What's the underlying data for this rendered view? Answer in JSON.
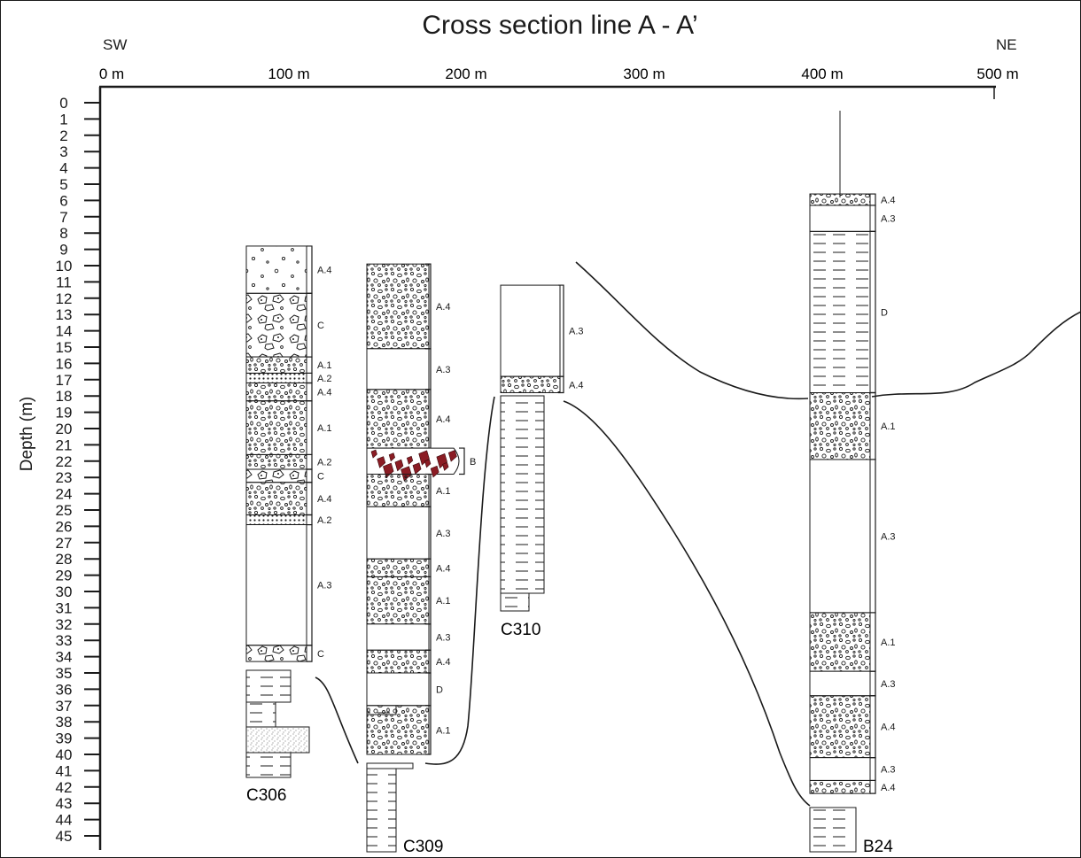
{
  "title": "Cross section line A - A’",
  "direction": {
    "left": "SW",
    "right": "NE"
  },
  "distance_axis": {
    "labels": [
      "0 m",
      "100 m",
      "200 m",
      "300 m",
      "400 m",
      "500 m"
    ]
  },
  "depth_axis": {
    "label": "Depth (m)",
    "min": 0,
    "max": 45
  },
  "colors": {
    "ink": "#1a1a1a",
    "breccia": "#8b1c24",
    "marker": "#d9a400"
  },
  "boreholes": [
    {
      "name": "C306",
      "units": [
        {
          "top": 8.8,
          "base": 11.7,
          "pattern": "sparse",
          "label": "A.4"
        },
        {
          "top": 11.7,
          "base": 15.6,
          "pattern": "clast",
          "label": "C"
        },
        {
          "top": 15.6,
          "base": 16.6,
          "pattern": "dense",
          "label": "A.1"
        },
        {
          "top": 16.6,
          "base": 17.2,
          "pattern": "dots",
          "label": "A.2"
        },
        {
          "top": 17.2,
          "base": 18.3,
          "pattern": "dense",
          "label": "A.4"
        },
        {
          "top": 18.3,
          "base": 21.6,
          "pattern": "dense",
          "label": "A.1"
        },
        {
          "top": 21.6,
          "base": 22.5,
          "pattern": "dense",
          "label": "A.2"
        },
        {
          "top": 22.5,
          "base": 23.3,
          "pattern": "clast",
          "label": "C"
        },
        {
          "top": 23.3,
          "base": 25.3,
          "pattern": "dense",
          "label": "A.4"
        },
        {
          "top": 25.3,
          "base": 25.9,
          "pattern": "dots",
          "label": "A.2"
        },
        {
          "top": 25.9,
          "base": 33.3,
          "pattern": "none",
          "label": "A.3"
        },
        {
          "top": 33.3,
          "base": 34.3,
          "pattern": "clast",
          "label": "C"
        }
      ]
    },
    {
      "name": "C309",
      "units": [
        {
          "top": 9.9,
          "base": 15.1,
          "pattern": "dense",
          "label": "A.4"
        },
        {
          "top": 15.1,
          "base": 17.6,
          "pattern": "none",
          "label": "A.3"
        },
        {
          "top": 17.6,
          "base": 21.2,
          "pattern": "dense",
          "label": "A.4"
        },
        {
          "top": 21.2,
          "base": 22.8,
          "pattern": "breccia",
          "label": "B"
        },
        {
          "top": 22.8,
          "base": 24.8,
          "pattern": "dense",
          "label": "A.1"
        },
        {
          "top": 24.8,
          "base": 28.0,
          "pattern": "none",
          "label": "A.3"
        },
        {
          "top": 28.0,
          "base": 29.1,
          "pattern": "dense",
          "label": "A.4"
        },
        {
          "top": 29.1,
          "base": 32.0,
          "pattern": "dense",
          "label": "A.1"
        },
        {
          "top": 32.0,
          "base": 33.6,
          "pattern": "none",
          "label": "A.3"
        },
        {
          "top": 33.6,
          "base": 35.0,
          "pattern": "dense",
          "label": "A.4"
        },
        {
          "top": 35.0,
          "base": 37.0,
          "pattern": "none",
          "label": "D"
        },
        {
          "top": 37.0,
          "base": 40.0,
          "pattern": "dense",
          "label": "A.1"
        }
      ]
    },
    {
      "name": "C310",
      "units": [
        {
          "top": 11.2,
          "base": 16.8,
          "pattern": "none",
          "label": "A.3"
        },
        {
          "top": 16.8,
          "base": 17.8,
          "pattern": "dense",
          "label": "A.4"
        }
      ]
    },
    {
      "name": "B24",
      "units": [
        {
          "top": 5.6,
          "base": 6.3,
          "pattern": "dense",
          "label": "A.4"
        },
        {
          "top": 6.3,
          "base": 7.9,
          "pattern": "none",
          "label": "A.3"
        },
        {
          "top": 7.9,
          "base": 17.8,
          "pattern": "lines",
          "label": "D"
        },
        {
          "top": 17.8,
          "base": 21.9,
          "pattern": "dense",
          "label": "A.1"
        },
        {
          "top": 21.9,
          "base": 31.3,
          "pattern": "none",
          "label": "A.3"
        },
        {
          "top": 31.3,
          "base": 34.9,
          "pattern": "dense",
          "label": "A.1"
        },
        {
          "top": 34.9,
          "base": 36.4,
          "pattern": "none",
          "label": "A.3"
        },
        {
          "top": 36.4,
          "base": 40.2,
          "pattern": "dense",
          "label": "A.4"
        },
        {
          "top": 40.2,
          "base": 41.6,
          "pattern": "none",
          "label": "A.3"
        },
        {
          "top": 41.6,
          "base": 42.4,
          "pattern": "dense",
          "label": "A.4"
        }
      ]
    }
  ]
}
